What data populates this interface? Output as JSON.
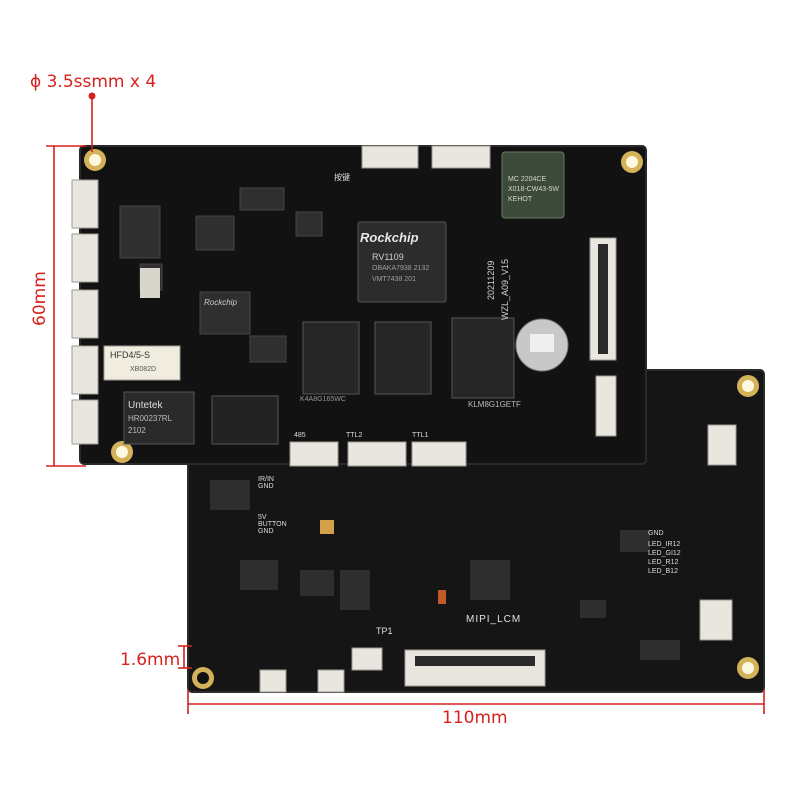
{
  "annotations": {
    "hole_label": "ϕ 3.5ssmm x 4",
    "height_label": "60mm",
    "thickness_label": "1.6mm",
    "width_label": "110mm",
    "color": "#d8201c"
  },
  "chips": {
    "soc_brand": "Rockchip",
    "soc_model": "RV1109",
    "soc_code": "OBAKA7938 2132",
    "soc_sub": "VMT7438 201",
    "module_name": "KEHOT",
    "module_model": "X018-CW43-5W",
    "module_code": "MC 2204CE",
    "ram_text": "K4A8G165WC",
    "eth_chip_brand": "Untetek",
    "eth_chip_model": "HR00237RL",
    "eth_chip_code": "2102",
    "relay_model": "HFD4/5-S",
    "relay_code": "XB082D",
    "small_rk": "Rockchip",
    "emmc_text": "KLM8G1GETF",
    "board_rev": "WZL_A09_V15",
    "board_date": "20211209"
  },
  "silkscreen": {
    "btn": "按键",
    "ttl1": "TTL1",
    "ttl2": "TTL2",
    "rs485": "485",
    "mipi": "MIPI_LCM",
    "tp": "TP1",
    "leds": [
      "LED_IR12",
      "LED_GI12",
      "LED_R12",
      "LED_B12"
    ],
    "gnd": "GND",
    "power_text": "5V BUTTON GND",
    "irin": "IR/IN GND"
  },
  "colors": {
    "pcb": "#141414",
    "pcb_edge": "#2a2a2a",
    "gold": "#d4b25a",
    "connector": "#e9e6df"
  }
}
